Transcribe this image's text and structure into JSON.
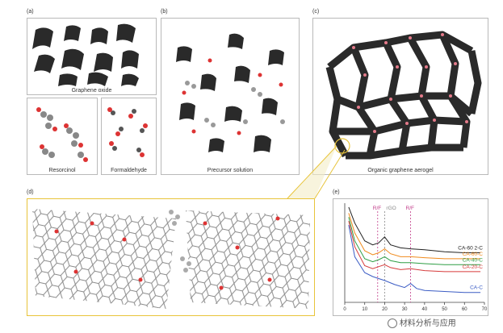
{
  "panels": {
    "a": {
      "label": "(a)",
      "caption": "Graphene oxide",
      "sub1": "Resorcinol",
      "sub2": "Formaldehyde"
    },
    "b": {
      "label": "(b)",
      "caption": "Precursor solution"
    },
    "c": {
      "label": "(c)",
      "caption": "Organic graphene aerogel"
    },
    "d": {
      "label": "(d)"
    },
    "e": {
      "label": "(e)"
    }
  },
  "chart_data": {
    "type": "line",
    "xlabel": "",
    "ylabel": "",
    "xlim": [
      0,
      70
    ],
    "x_ticks": [
      0,
      10,
      20,
      30,
      40,
      50,
      60,
      70
    ],
    "annotations": [
      {
        "text": "R/F",
        "x": 16.5
      },
      {
        "text": "rGO",
        "x": 20
      },
      {
        "text": "R/F",
        "x": 33
      }
    ],
    "series": [
      {
        "name": "CA-60 2-C",
        "color": "#222222",
        "values": [
          [
            2,
            96
          ],
          [
            5,
            80
          ],
          [
            10,
            62
          ],
          [
            14,
            58
          ],
          [
            17,
            60
          ],
          [
            20,
            66
          ],
          [
            23,
            58
          ],
          [
            28,
            55
          ],
          [
            33,
            54
          ],
          [
            40,
            53
          ],
          [
            50,
            51
          ],
          [
            60,
            50
          ],
          [
            68,
            50
          ]
        ]
      },
      {
        "name": "CA-60-C",
        "color": "#f08a1c",
        "values": [
          [
            2,
            90
          ],
          [
            5,
            70
          ],
          [
            10,
            52
          ],
          [
            14,
            48
          ],
          [
            17,
            50
          ],
          [
            20,
            54
          ],
          [
            23,
            49
          ],
          [
            28,
            46
          ],
          [
            33,
            46
          ],
          [
            40,
            45
          ],
          [
            50,
            44
          ],
          [
            60,
            44
          ],
          [
            68,
            44
          ]
        ]
      },
      {
        "name": "CA-40-C",
        "color": "#2e9e44",
        "values": [
          [
            2,
            86
          ],
          [
            5,
            62
          ],
          [
            10,
            44
          ],
          [
            14,
            41
          ],
          [
            17,
            43
          ],
          [
            20,
            46
          ],
          [
            23,
            42
          ],
          [
            28,
            40
          ],
          [
            33,
            40
          ],
          [
            40,
            39
          ],
          [
            50,
            38
          ],
          [
            60,
            38
          ],
          [
            68,
            38
          ]
        ]
      },
      {
        "name": "CA-20-C",
        "color": "#d63b3b",
        "values": [
          [
            2,
            82
          ],
          [
            5,
            56
          ],
          [
            10,
            37
          ],
          [
            14,
            34
          ],
          [
            17,
            36
          ],
          [
            20,
            38
          ],
          [
            23,
            35
          ],
          [
            28,
            33
          ],
          [
            33,
            34
          ],
          [
            40,
            32
          ],
          [
            50,
            31
          ],
          [
            60,
            31
          ],
          [
            68,
            31
          ]
        ]
      },
      {
        "name": "CA-C",
        "color": "#3b5cc4",
        "values": [
          [
            2,
            78
          ],
          [
            5,
            46
          ],
          [
            10,
            30
          ],
          [
            14,
            26
          ],
          [
            17,
            24
          ],
          [
            20,
            22
          ],
          [
            25,
            18
          ],
          [
            30,
            15
          ],
          [
            33,
            19
          ],
          [
            36,
            14
          ],
          [
            40,
            12
          ],
          [
            50,
            11
          ],
          [
            60,
            10
          ],
          [
            68,
            10
          ]
        ]
      }
    ]
  },
  "watermark": "材料分析与应用"
}
